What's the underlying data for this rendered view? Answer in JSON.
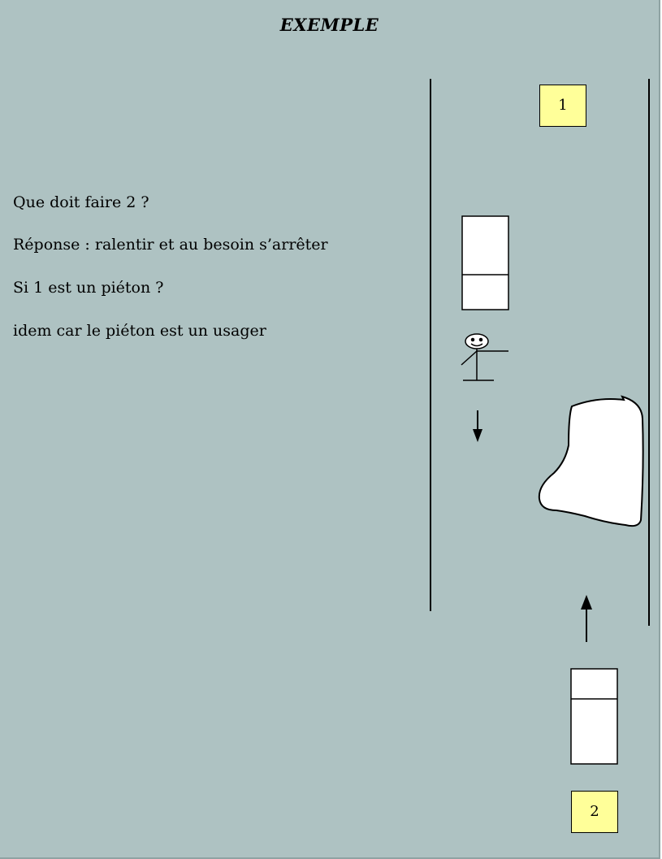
{
  "slide": {
    "title": "EXEMPLE",
    "question": "Que doit faire 2 ?",
    "answer": "Réponse : ralentir et au besoin s’arrêter",
    "question2": "Si 1 est un piéton ?",
    "answer2": "idem car le piéton est un usager"
  },
  "labels": {
    "vehicle_1": "1",
    "vehicle_2": "2"
  },
  "colors": {
    "background": "#aec2c2",
    "label_fill": "#ffff99",
    "shape_fill": "#ffffff",
    "line": "#000000"
  }
}
